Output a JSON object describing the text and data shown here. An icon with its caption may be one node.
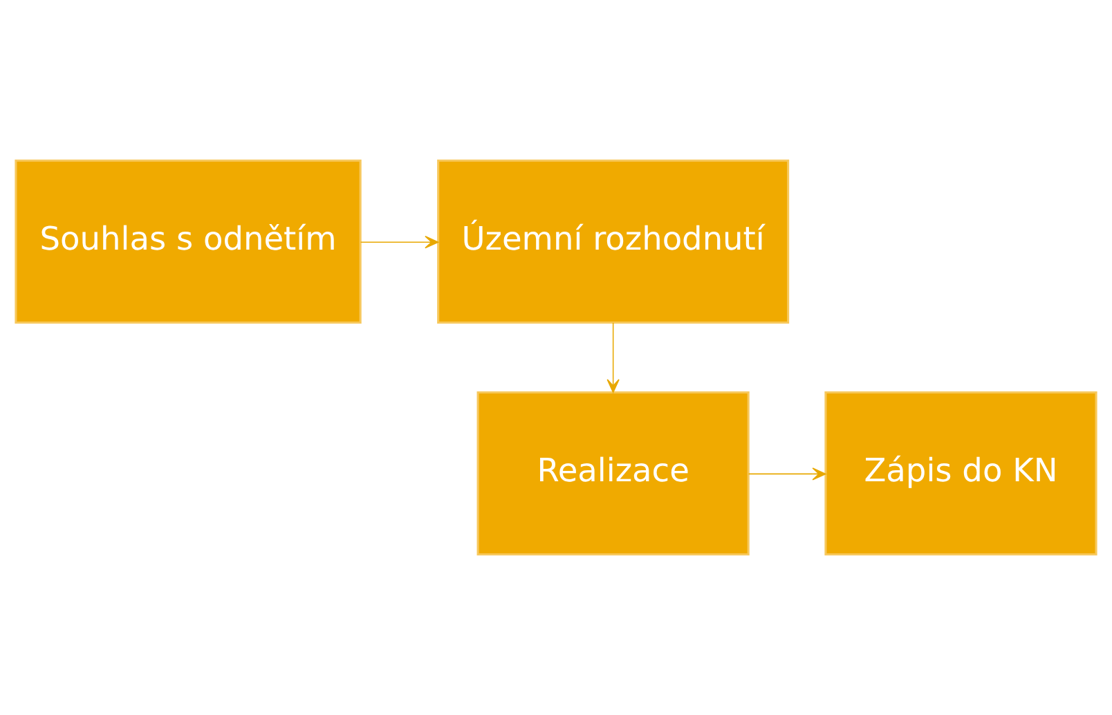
{
  "diagram": {
    "nodes": [
      {
        "text": [
          "Souhlas s odnětím"
        ]
      },
      {
        "text": [
          "Územní rozhodnutí"
        ]
      },
      {
        "text": [
          "Realizace"
        ]
      },
      {
        "text": [
          "Zápis do KN"
        ]
      }
    ],
    "edges": [
      {
        "from": 0,
        "to": 1,
        "arrow": "to"
      },
      {
        "from": 1,
        "to": 2,
        "arrow": "to"
      },
      {
        "from": 2,
        "to": 3,
        "arrow": "to"
      }
    ]
  }
}
